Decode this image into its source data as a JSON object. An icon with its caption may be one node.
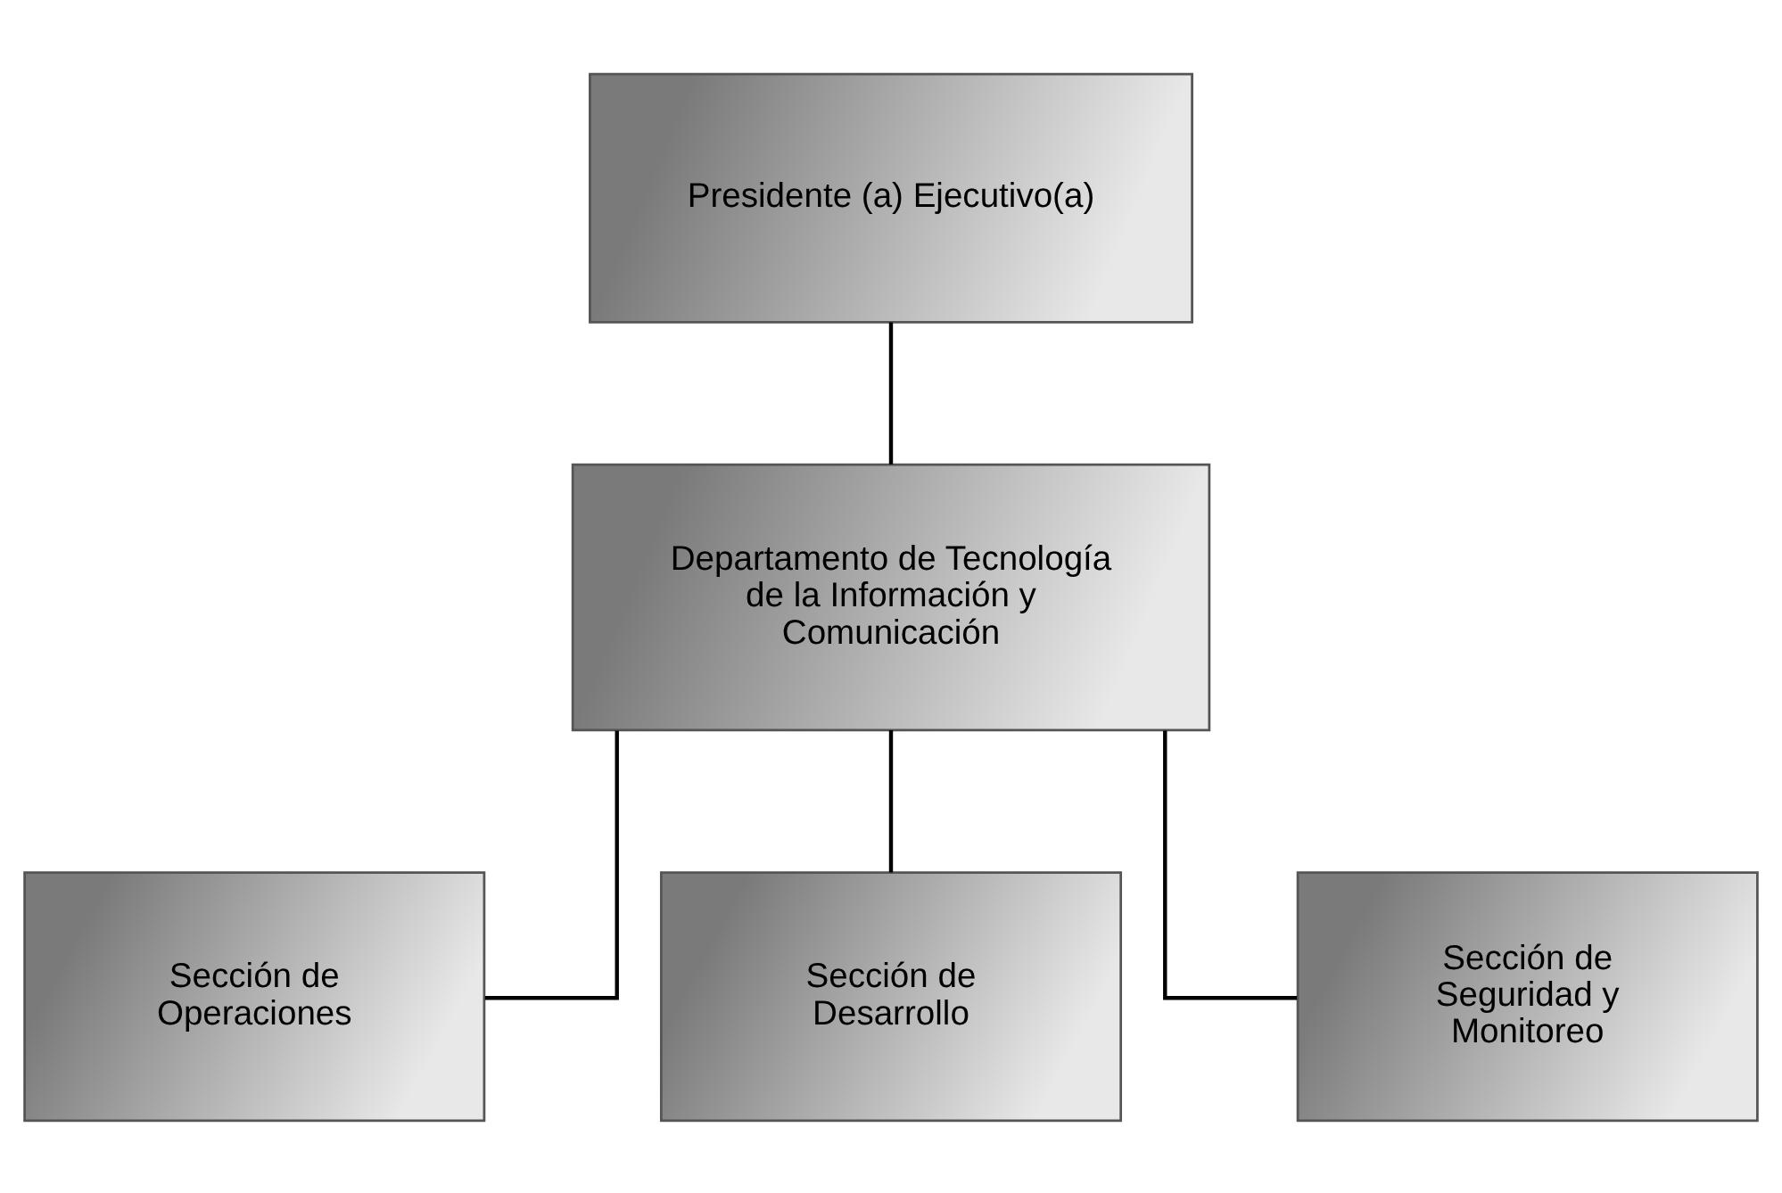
{
  "diagram": {
    "nodes": [
      {
        "text": [
          "Presidente (a) Ejecutivo(a)"
        ]
      },
      {
        "text": [
          "Departamento de Tecnología de la Información y Comunicación"
        ]
      },
      {
        "text": [
          "Sección de Operaciones"
        ]
      },
      {
        "text": [
          "Sección de Desarrollo"
        ]
      },
      {
        "text": [
          "Sección de Seguridad y Monitoreo"
        ]
      }
    ],
    "edges": [
      {
        "from": 0,
        "to": 1,
        "arrow": "none"
      },
      {
        "from": 1,
        "to": 2,
        "arrow": "none"
      },
      {
        "from": 1,
        "to": 3,
        "arrow": "none"
      },
      {
        "from": 1,
        "to": 4,
        "arrow": "none"
      }
    ]
  }
}
